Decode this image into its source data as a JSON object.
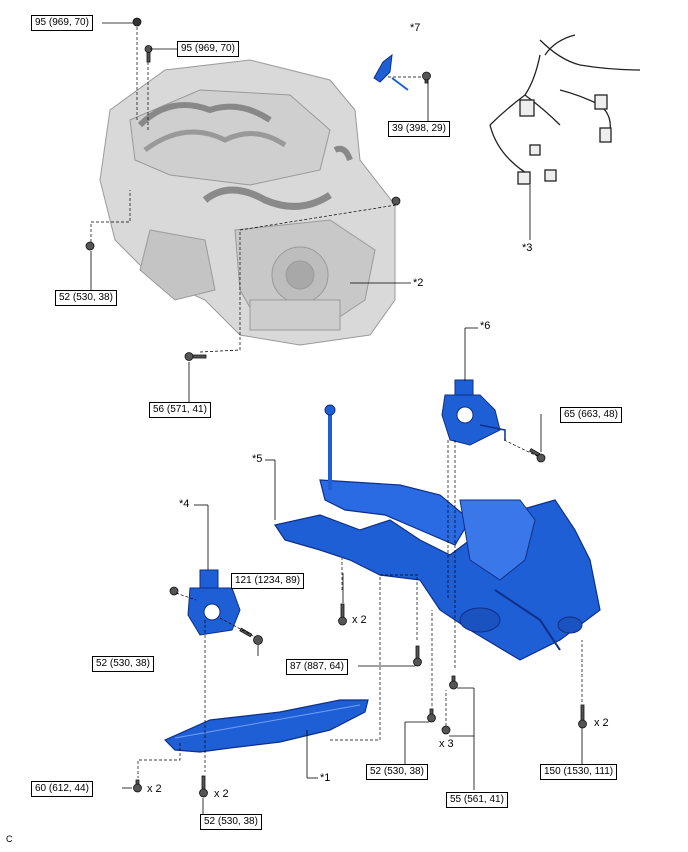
{
  "callouts": {
    "c1": "*1",
    "c2": "*2",
    "c3": "*3",
    "c4": "*4",
    "c5": "*5",
    "c6": "*6",
    "c7": "*7"
  },
  "torques": {
    "t_95a": "95 (969, 70)",
    "t_95b": "95 (969, 70)",
    "t_39": "39 (398, 29)",
    "t_52_engine": "52 (530, 38)",
    "t_56": "56 (571, 41)",
    "t_65": "65 (663, 48)",
    "t_121": "121 (1234, 89)",
    "t_52_mount": "52 (530, 38)",
    "t_87": "87 (887, 64)",
    "t_52_sub": "52 (530, 38)",
    "t_55": "55 (561, 41)",
    "t_150": "150 (1530, 111)",
    "t_60": "60 (612, 44)",
    "t_52_bottom": "52 (530, 38)"
  },
  "multipliers": {
    "m_121": "x 2",
    "m_55": "x 3",
    "m_150": "x 2",
    "m_60": "x 2",
    "m_52_bottom": "x 2"
  },
  "corner_mark": "C",
  "colors": {
    "part_blue": "#1f5fd6",
    "part_dark": "#0d2f8a",
    "engine_gray": "#b9b9b9"
  }
}
